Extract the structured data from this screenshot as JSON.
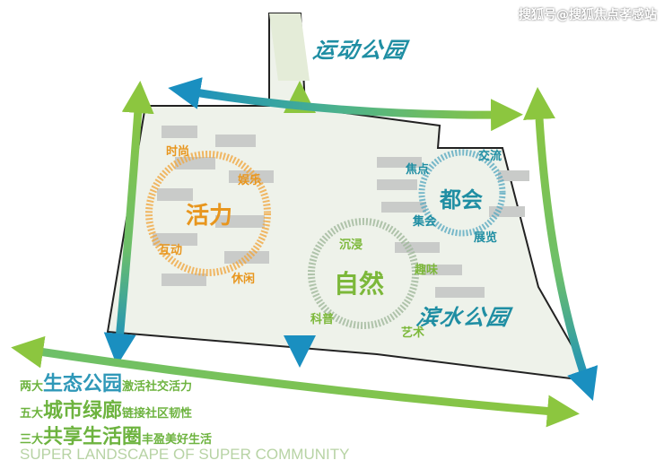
{
  "watermark": "搜狐号@搜狐焦点孝感站",
  "parks": {
    "sports": "运动公园",
    "waterfront": "滨水公园"
  },
  "zones": {
    "vitality": {
      "title": "活力",
      "tags": [
        "时尚",
        "娱乐",
        "互动",
        "休闲"
      ]
    },
    "nature": {
      "title": "自然",
      "tags": [
        "沉浸",
        "趣味",
        "科普",
        "艺术"
      ]
    },
    "urban": {
      "title": "都会",
      "tags": [
        "焦点",
        "交流",
        "集会",
        "展览"
      ]
    }
  },
  "slogans": [
    {
      "prefix": "两大",
      "highlight": "生态公园",
      "suffix": "激活社交活力"
    },
    {
      "prefix": "五大",
      "highlight": "城市绿廊",
      "suffix": "链接社区韧性"
    },
    {
      "prefix": "三大",
      "highlight": "共享生活圈",
      "suffix": "丰盈美好生活"
    }
  ],
  "tagline": "SUPER LANDSCAPE OF SUPER COMMUNITY",
  "colors": {
    "green": "#7cb83a",
    "teal": "#1f8ea3",
    "orange": "#e8961e",
    "tagline": "#b7d3a4"
  }
}
